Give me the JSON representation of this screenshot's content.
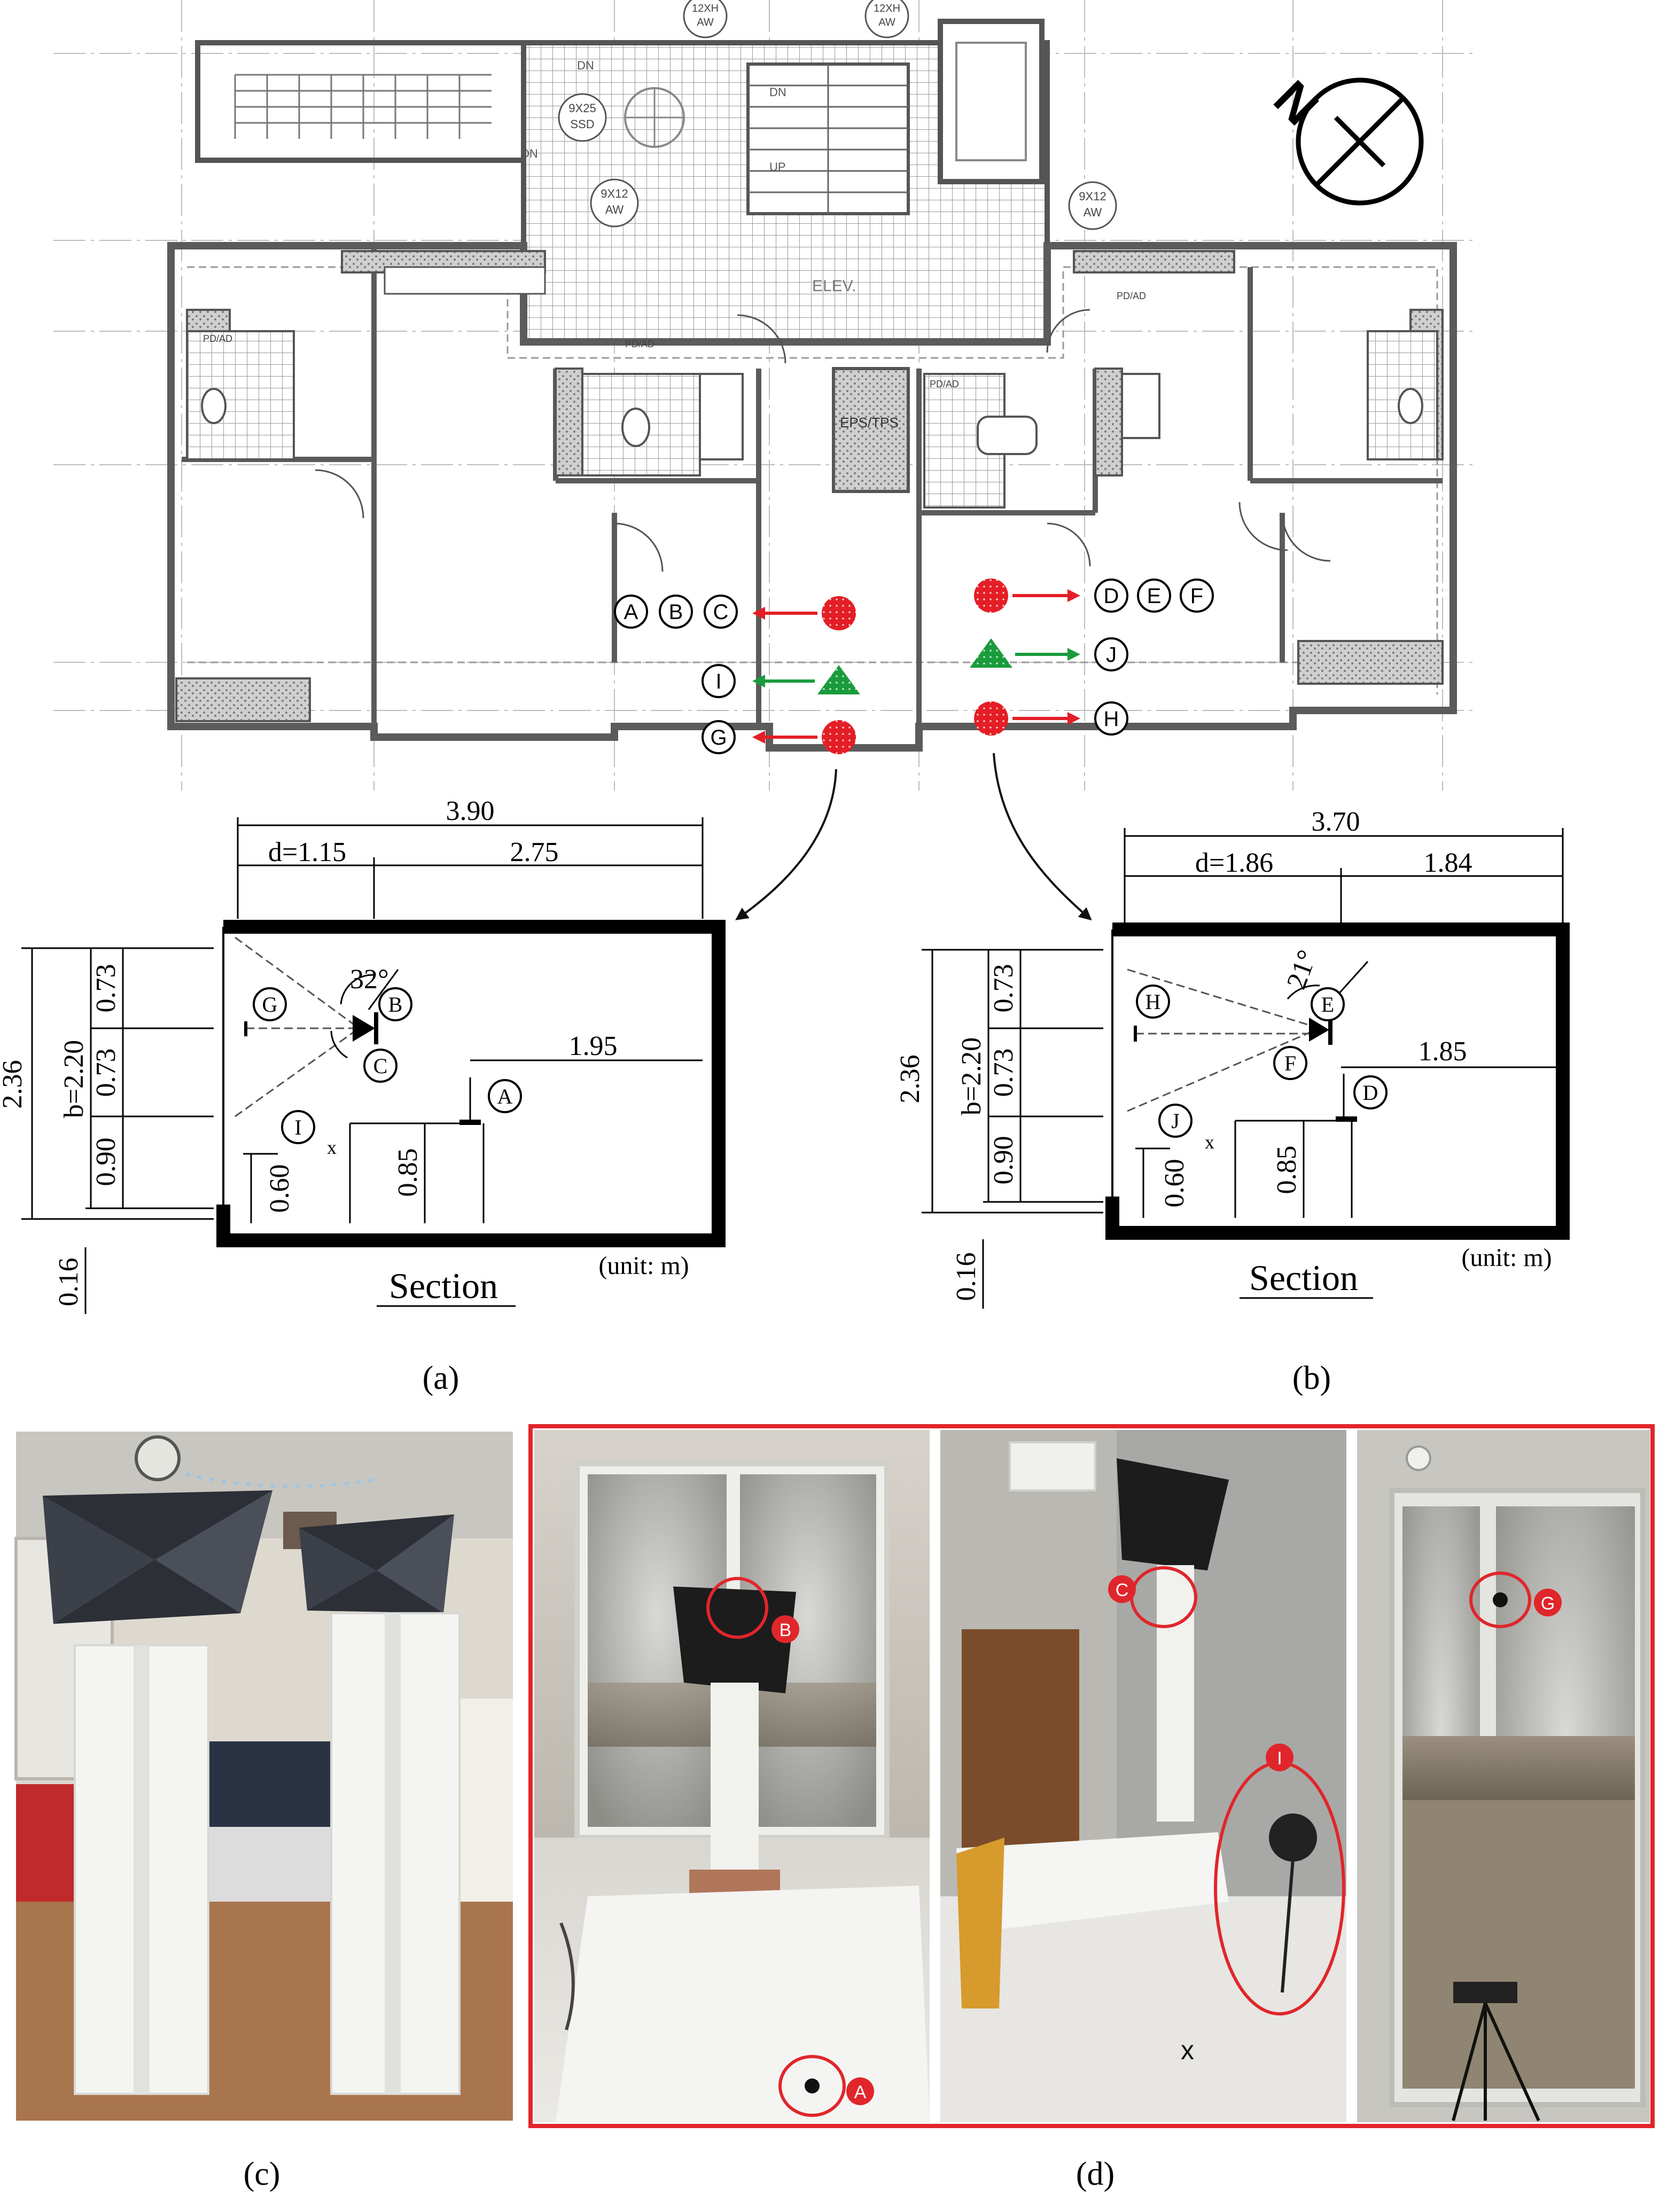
{
  "floor_plan": {
    "room_labels": {
      "elev": "ELEV.",
      "eps": "EPS/TPS",
      "dn_top": "DN",
      "up": "UP",
      "dn_left": "DN",
      "dn_stair": "DN",
      "window_tag_1a": "9X25",
      "window_tag_1b": "SSD",
      "window_tag_2a": "9X12",
      "window_tag_2b": "AW",
      "window_tag_3a": "9X12",
      "window_tag_3b": "AW",
      "window_tag_4a": "12XH",
      "window_tag_4b": "AW",
      "window_tag_5a": "12XH",
      "window_tag_5b": "AW",
      "pd_ad_1": "PD/AD",
      "pd_ad_2": "PD/AD",
      "pd_ad_3": "PD/AD",
      "pd_ad_4": "PD/AD"
    },
    "point_labels_left_top": "ABC",
    "point_labels_right_top": "DEF",
    "point_label_i": "I",
    "point_label_j": "J",
    "point_label_g": "G",
    "point_label_h": "H",
    "north": "N"
  },
  "section_a": {
    "total_width": "3.90",
    "d": "d=1.15",
    "rest": "2.75",
    "height": "2.36",
    "b": "b=2.20",
    "seg1": "0.73",
    "seg2": "0.73",
    "seg3": "0.90",
    "bottom": "0.16",
    "angle": "32°",
    "dist": "1.95",
    "h_i": "0.60",
    "h_table": "0.85",
    "x_mark": "x",
    "title": "Section",
    "unit": "(unit: m)",
    "pts": {
      "g": "G",
      "b": "B",
      "c": "C",
      "a": "A",
      "i": "I"
    }
  },
  "section_b": {
    "total_width": "3.70",
    "d": "d=1.86",
    "rest": "1.84",
    "height": "2.36",
    "b": "b=2.20",
    "seg1": "0.73",
    "seg2": "0.73",
    "seg3": "0.90",
    "bottom": "0.16",
    "angle": "21°",
    "dist": "1.85",
    "h_i": "0.60",
    "h_table": "0.85",
    "x_mark": "x",
    "title": "Section",
    "unit": "(unit: m)",
    "pts": {
      "h": "H",
      "e": "E",
      "f": "F",
      "d": "D",
      "j": "J"
    }
  },
  "captions": {
    "a": "(a)",
    "b": "(b)",
    "c": "(c)",
    "d": "(d)"
  },
  "photo_labels": {
    "b": "B",
    "a": "A",
    "c": "C",
    "i": "I",
    "g": "G"
  },
  "colors": {
    "red": "#e41e26",
    "green": "#1a9b3c",
    "wall": "#555555",
    "frame": "#e0262b"
  }
}
